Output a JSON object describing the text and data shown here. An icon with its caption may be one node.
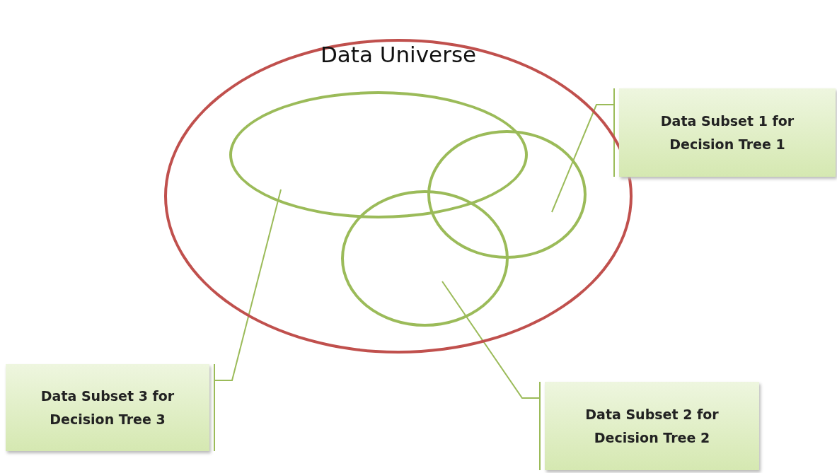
{
  "diagram": {
    "nodes": [
      {
        "text": [
          "Data Universe"
        ]
      },
      {
        "text": [],
        "shape": "ellipse",
        "in": 0
      },
      {
        "text": [],
        "shape": "ellipse",
        "in": 0
      },
      {
        "text": [],
        "shape": "ellipse",
        "in": 0
      },
      {
        "text": [
          "Data Subset 1 for Decision Tree 1"
        ]
      },
      {
        "text": [
          "Data Subset 3 for Decision Tree 3"
        ]
      },
      {
        "text": [
          "Data Subset 2 for Decision Tree 2"
        ]
      }
    ],
    "edges": [
      {
        "from": 4,
        "to": 3,
        "arrow": "none"
      },
      {
        "from": 5,
        "to": 1,
        "arrow": "none"
      },
      {
        "from": 6,
        "to": 2,
        "arrow": "none"
      }
    ]
  }
}
